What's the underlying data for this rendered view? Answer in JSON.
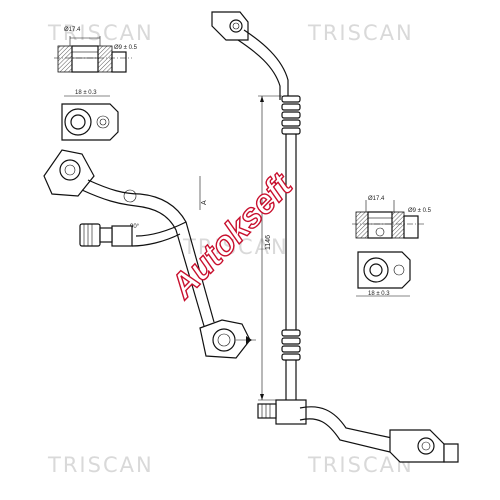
{
  "watermark": {
    "brand": "TRISCAN"
  },
  "overlay_logo": {
    "text": "Autokseft",
    "color": "#c8102e"
  },
  "dimensions": {
    "top_fitting": {
      "thread": "Ø17.4",
      "bore": "Ø9 ± 0.5",
      "width": "18 ± 0.3"
    },
    "right_fitting": {
      "thread": "Ø17.4",
      "bore": "Ø9 ± 0.5",
      "width": "18 ± 0.3"
    },
    "view_label": "A",
    "length_label": "1146"
  }
}
